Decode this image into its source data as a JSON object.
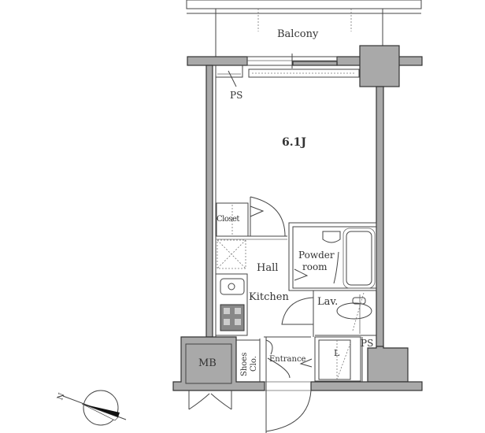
{
  "floorplan": {
    "rooms": {
      "balcony": "Balcony",
      "main_room": "6.1J",
      "ps_top": "PS",
      "closet": "Closet",
      "hall": "Hall",
      "kitchen": "Kitchen",
      "powder_room_line1": "Powder",
      "powder_room_line2": "room",
      "lav": "Lav.",
      "ps_bottom": "PS",
      "mb": "MB",
      "shoes_line1": "Shoes",
      "shoes_line2": "Clo.",
      "entrance": "Entrance",
      "toilet_mark": "L"
    },
    "compass": {
      "north_label": "N"
    },
    "colors": {
      "wall_fill": "#a9a9a9",
      "line": "#444444",
      "background": "#ffffff"
    }
  }
}
